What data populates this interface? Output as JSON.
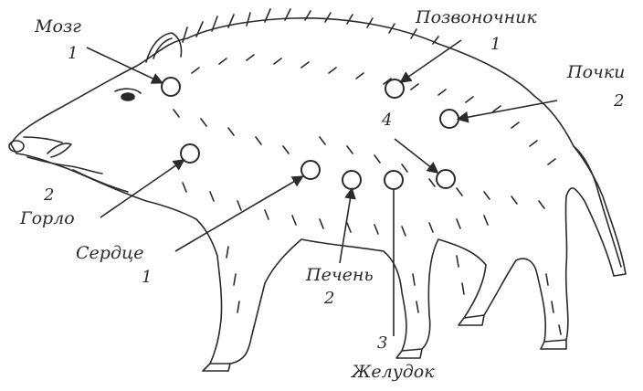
{
  "diagram": {
    "labels": {
      "brain": "Мозг",
      "spine": "Позвоночник",
      "kidneys": "Почки",
      "throat": "Горло",
      "heart": "Сердце",
      "liver": "Печень",
      "stomach": "Желудок"
    },
    "numbers": {
      "brain": "1",
      "spine": "1",
      "kidneys": "2",
      "throat": "2",
      "heart": "1",
      "liver": "2",
      "stomach": "3",
      "unnamed": "4"
    },
    "colors": {
      "ink": "#2a2a2a",
      "background": "#ffffff"
    }
  }
}
